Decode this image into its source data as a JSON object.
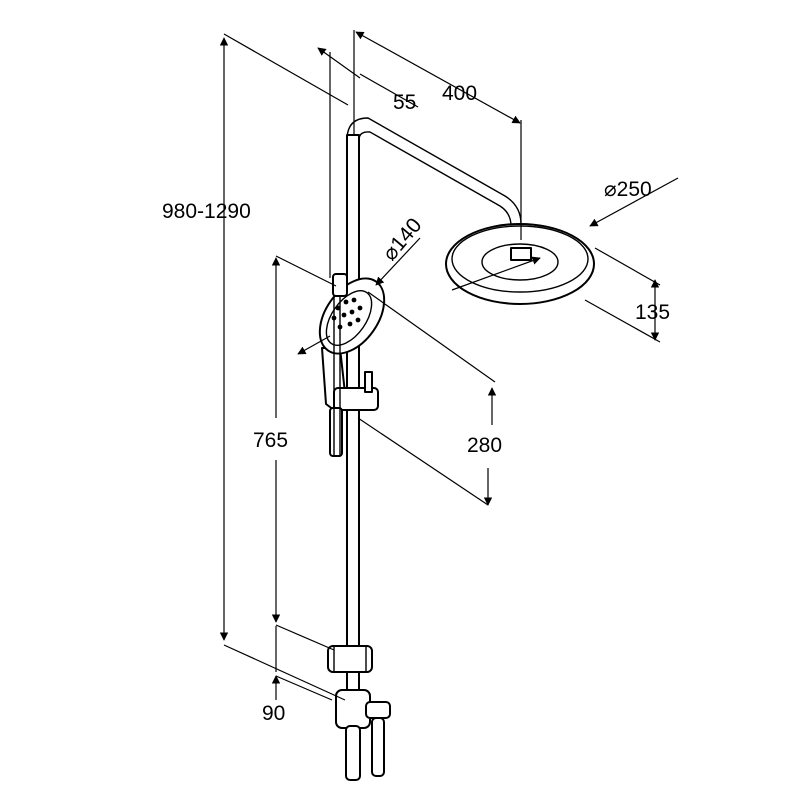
{
  "dimensions": {
    "total_height": "980-1290",
    "wall_offset": "55",
    "arm_length": "400",
    "head_diameter": "250",
    "head_height": "135",
    "hand_diameter": "140",
    "hand_drop": "280",
    "bar_length": "765",
    "bottom_offset": "90",
    "diameter_symbol": "⌀"
  }
}
